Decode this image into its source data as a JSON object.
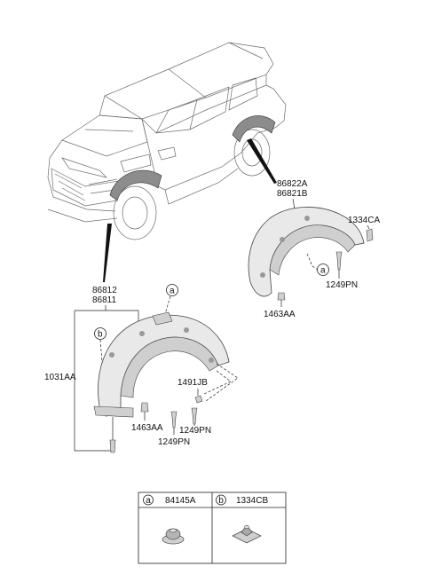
{
  "parts": {
    "rear_assembly_code_a": "86822A",
    "rear_assembly_code_b": "86821B",
    "rear_clip": "1334CA",
    "rear_screw": "1249PN",
    "rear_bolt": "1463AA",
    "front_assembly_code_a": "86812",
    "front_assembly_code_b": "86811",
    "front_fastener": "1031AA",
    "front_nut": "1491JB",
    "front_bolt": "1463AA",
    "front_screw_a": "1249PN",
    "front_screw_b": "1249PN"
  },
  "callouts": {
    "a": "a",
    "b": "b"
  },
  "legend": {
    "a_letter": "a",
    "a_code": "84145A",
    "b_letter": "b",
    "b_code": "1334CB"
  }
}
